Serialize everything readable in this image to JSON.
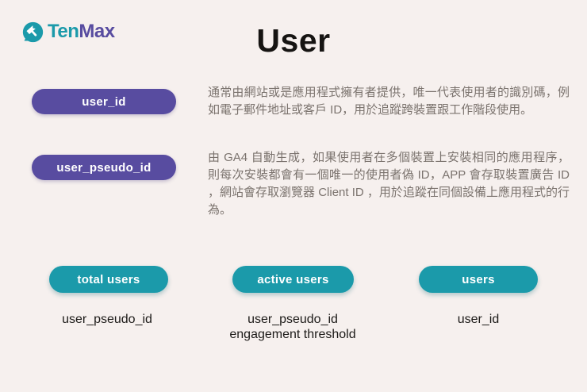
{
  "brand": {
    "name_teal": "Ten",
    "name_purple": "Max"
  },
  "title": "User",
  "colors": {
    "background": "#f6f0ee",
    "purple": "#584ca0",
    "teal": "#1b9aaa",
    "text_dark": "#1c1a18",
    "text_gray": "#7b736e"
  },
  "definitions": [
    {
      "term": "user_id",
      "description": "通常由網站或是應用程式擁有者提供，唯一代表使用者的識別碼，例如電子郵件地址或客戶 ID，用於追蹤跨裝置跟工作階段使用。"
    },
    {
      "term": "user_pseudo_id",
      "description": "由 GA4 自動生成，如果使用者在多個裝置上安裝相同的應用程序，則每次安裝都會有一個唯一的使用者偽 ID，APP 會存取裝置廣告 ID ，網站會存取瀏覽器 Client ID ，用於追蹤在同個設備上應用程式的行為。"
    }
  ],
  "metrics": [
    {
      "label": "total users",
      "basis": "user_pseudo_id"
    },
    {
      "label": "active users",
      "basis": "user_pseudo_id\nengagement threshold"
    },
    {
      "label": "users",
      "basis": "user_id"
    }
  ]
}
